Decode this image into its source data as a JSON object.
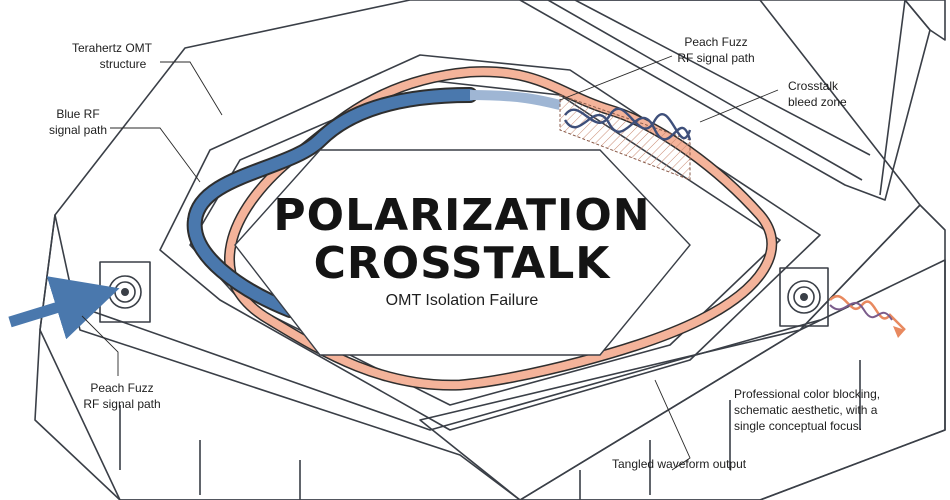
{
  "title_line1": "POLARIZATION",
  "title_line2": "CROSSTALK",
  "subtitle": "OMT Isolation Failure",
  "callouts": {
    "terahertz": [
      "Terahertz OMT",
      "structure"
    ],
    "blue_path": [
      "Blue RF",
      "signal path"
    ],
    "peach_top": [
      "Peach Fuzz",
      "RF signal path"
    ],
    "crosstalk": [
      "Crosstalk",
      "bleed zone"
    ],
    "peach_bottom": [
      "Peach Fuzz",
      "RF signal path"
    ],
    "aesthetic": [
      "Professional color blocking,",
      "schematic aesthetic, with a",
      "single conceptual focus."
    ],
    "waveform": [
      "Tangled waveform output"
    ]
  },
  "colors": {
    "blue_path": "#4a78ad",
    "peach_path": "#f4b39a",
    "housing": "#e3e6ea",
    "outline": "#3a3f47"
  },
  "icons": {
    "input_port": "coax-connector-icon",
    "output_port": "coax-connector-icon",
    "input_arrow": "arrow-right-icon",
    "output_wave": "tangled-wave-icon"
  }
}
